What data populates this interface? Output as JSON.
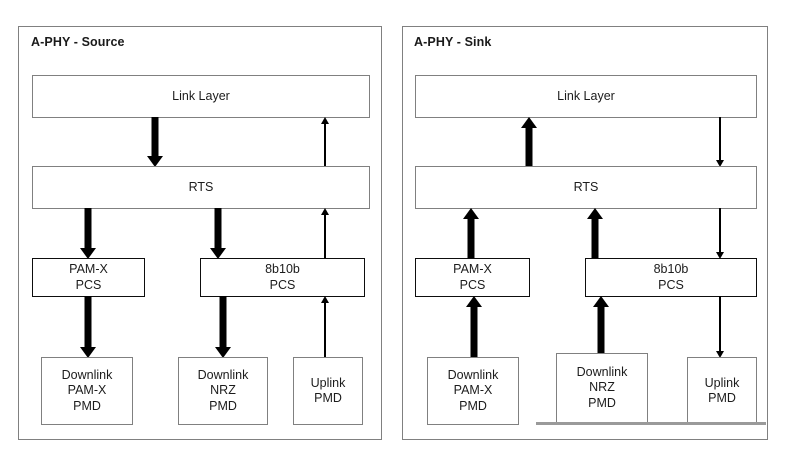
{
  "diagram": {
    "title_source": "A-PHY - Source",
    "title_sink": "A-PHY - Sink",
    "colors": {
      "panel_border": "#808080",
      "box_border_gray": "#808080",
      "box_border_black": "#0d0d0d",
      "arrow": "#000000",
      "text": "#1c1c1c",
      "background": "#ffffff"
    }
  },
  "source_panel": {
    "title": "A-PHY - Source",
    "blocks": {
      "link_layer": {
        "line1": "Link Layer"
      },
      "rts": {
        "line1": "RTS"
      },
      "pam_x_pcs": {
        "line1": "PAM-X",
        "line2": "PCS"
      },
      "eight_b_ten_b_pcs": {
        "line1": "8b10b",
        "line2": "PCS"
      },
      "downlink_pam_x_pmd": {
        "line1": "Downlink",
        "line2": "PAM-X",
        "line3": "PMD"
      },
      "downlink_nrz_pmd": {
        "line1": "Downlink",
        "line2": "NRZ",
        "line3": "PMD"
      },
      "uplink_pmd": {
        "line1": "Uplink",
        "line2": "PMD"
      }
    },
    "arrows": [
      {
        "name": "link-layer-to-rts",
        "direction": "down",
        "weight": "thick"
      },
      {
        "name": "rts-to-link-layer",
        "direction": "up",
        "weight": "thin"
      },
      {
        "name": "rts-to-pam-x-pcs",
        "direction": "down",
        "weight": "thick"
      },
      {
        "name": "rts-to-8b10b-pcs",
        "direction": "down",
        "weight": "thick"
      },
      {
        "name": "8b10b-pcs-to-rts",
        "direction": "up",
        "weight": "thin"
      },
      {
        "name": "pam-x-pcs-to-downlink-pam-x-pmd",
        "direction": "down",
        "weight": "thick"
      },
      {
        "name": "8b10b-pcs-to-downlink-nrz-pmd",
        "direction": "down",
        "weight": "thick"
      },
      {
        "name": "uplink-pmd-to-8b10b-pcs",
        "direction": "up",
        "weight": "thin"
      }
    ]
  },
  "sink_panel": {
    "title": "A-PHY - Sink",
    "blocks": {
      "link_layer": {
        "line1": "Link Layer"
      },
      "rts": {
        "line1": "RTS"
      },
      "pam_x_pcs": {
        "line1": "PAM-X",
        "line2": "PCS"
      },
      "eight_b_ten_b_pcs": {
        "line1": "8b10b",
        "line2": "PCS"
      },
      "downlink_pam_x_pmd": {
        "line1": "Downlink",
        "line2": "PAM-X",
        "line3": "PMD"
      },
      "downlink_nrz_pmd": {
        "line1": "Downlink",
        "line2": "NRZ",
        "line3": "PMD"
      },
      "uplink_pmd": {
        "line1": "Uplink",
        "line2": "PMD"
      }
    },
    "arrows": [
      {
        "name": "rts-to-link-layer",
        "direction": "up",
        "weight": "thick"
      },
      {
        "name": "link-layer-to-rts",
        "direction": "down",
        "weight": "thin"
      },
      {
        "name": "pam-x-pcs-to-rts",
        "direction": "up",
        "weight": "thick"
      },
      {
        "name": "8b10b-pcs-to-rts",
        "direction": "up",
        "weight": "thick"
      },
      {
        "name": "rts-to-8b10b-pcs",
        "direction": "down",
        "weight": "thin"
      },
      {
        "name": "downlink-pam-x-pmd-to-pam-x-pcs",
        "direction": "up",
        "weight": "thick"
      },
      {
        "name": "downlink-nrz-pmd-to-8b10b-pcs",
        "direction": "up",
        "weight": "thick"
      },
      {
        "name": "8b10b-pcs-to-uplink-pmd",
        "direction": "down",
        "weight": "thin"
      }
    ]
  }
}
